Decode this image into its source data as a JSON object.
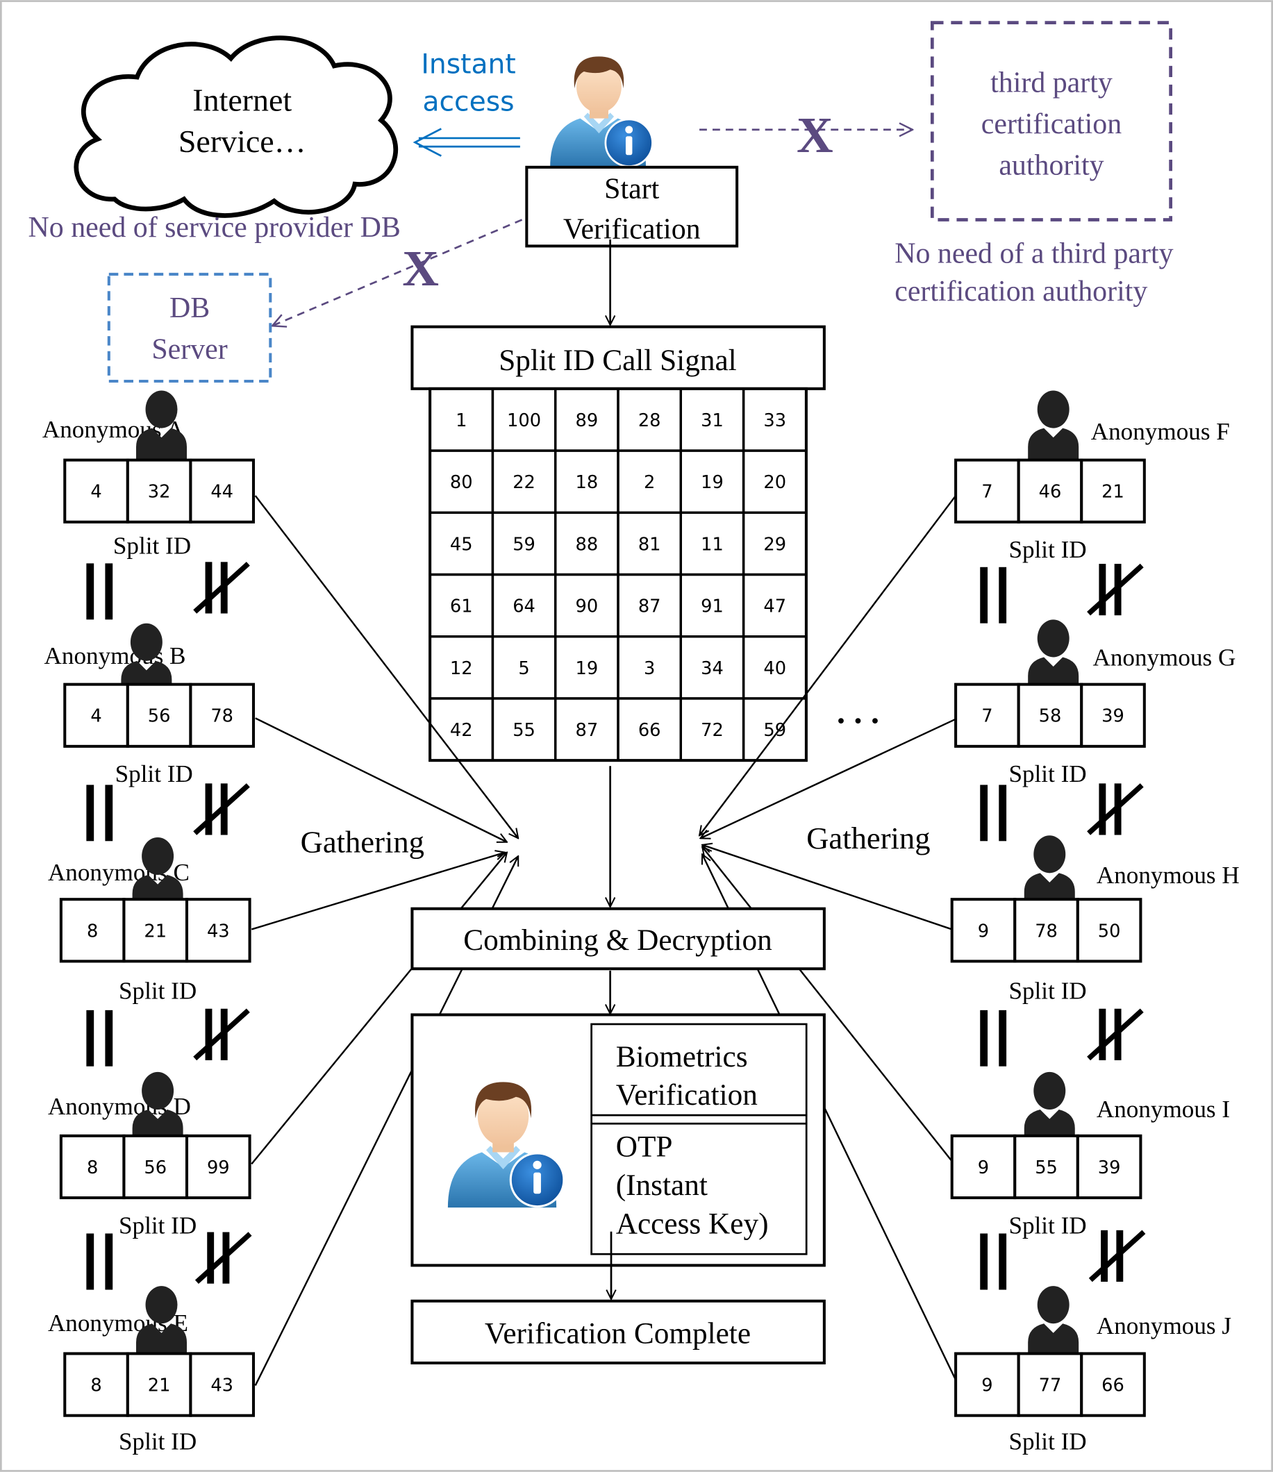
{
  "colors": {
    "purple": "#5b4a80",
    "blue": "#0070c0",
    "db_border": "#4a86c8",
    "person_shirt": "#3a86c2",
    "info_badge": "#1565b0",
    "silhouette": "#222222"
  },
  "top": {
    "cloud_line1": "Internet",
    "cloud_line2": "Service…",
    "instant_access_line1": "Instant",
    "instant_access_line2": "access",
    "no_sp_db": "No need of service provider DB",
    "db_line1": "DB",
    "db_line2": "Server",
    "third_party_line1": "third party",
    "third_party_line2": "certification",
    "third_party_line3": "authority",
    "no_third_party_line1": "No need of a third party",
    "no_third_party_line2": "certification authority",
    "start_line1": "Start",
    "start_line2": "Verification",
    "cross_mark": "X"
  },
  "center": {
    "split_call": "Split ID Call Signal",
    "grid": [
      [
        "1",
        "100",
        "89",
        "28",
        "31",
        "33"
      ],
      [
        "80",
        "22",
        "18",
        "2",
        "19",
        "20"
      ],
      [
        "45",
        "59",
        "88",
        "81",
        "11",
        "29"
      ],
      [
        "61",
        "64",
        "90",
        "87",
        "91",
        "47"
      ],
      [
        "12",
        "5",
        "19",
        "3",
        "34",
        "40"
      ],
      [
        "42",
        "55",
        "87",
        "66",
        "72",
        "59"
      ]
    ],
    "combining": "Combining & Decryption",
    "biometrics_line1": "Biometrics",
    "biometrics_line2": "Verification",
    "otp_line1": "OTP",
    "otp_line2": "(Instant",
    "otp_line3": "Access Key)",
    "complete": "Verification Complete",
    "ellipsis": "• • •"
  },
  "gathering_label": "Gathering",
  "split_id_label": "Split ID",
  "left_users": [
    {
      "name": "Anonymous A",
      "values": [
        "4",
        "32",
        "44"
      ]
    },
    {
      "name": "Anonymous B",
      "values": [
        "4",
        "56",
        "78"
      ]
    },
    {
      "name": "Anonymous C",
      "values": [
        "8",
        "21",
        "43"
      ]
    },
    {
      "name": "Anonymous D",
      "values": [
        "8",
        "56",
        "99"
      ]
    },
    {
      "name": "Anonymous E",
      "values": [
        "8",
        "21",
        "43"
      ]
    }
  ],
  "right_users": [
    {
      "name": "Anonymous F",
      "values": [
        "7",
        "46",
        "21"
      ]
    },
    {
      "name": "Anonymous G",
      "values": [
        "7",
        "58",
        "39"
      ]
    },
    {
      "name": "Anonymous H",
      "values": [
        "9",
        "78",
        "50"
      ]
    },
    {
      "name": "Anonymous I",
      "values": [
        "9",
        "55",
        "39"
      ]
    },
    {
      "name": "Anonymous J",
      "values": [
        "9",
        "77",
        "66"
      ]
    }
  ]
}
